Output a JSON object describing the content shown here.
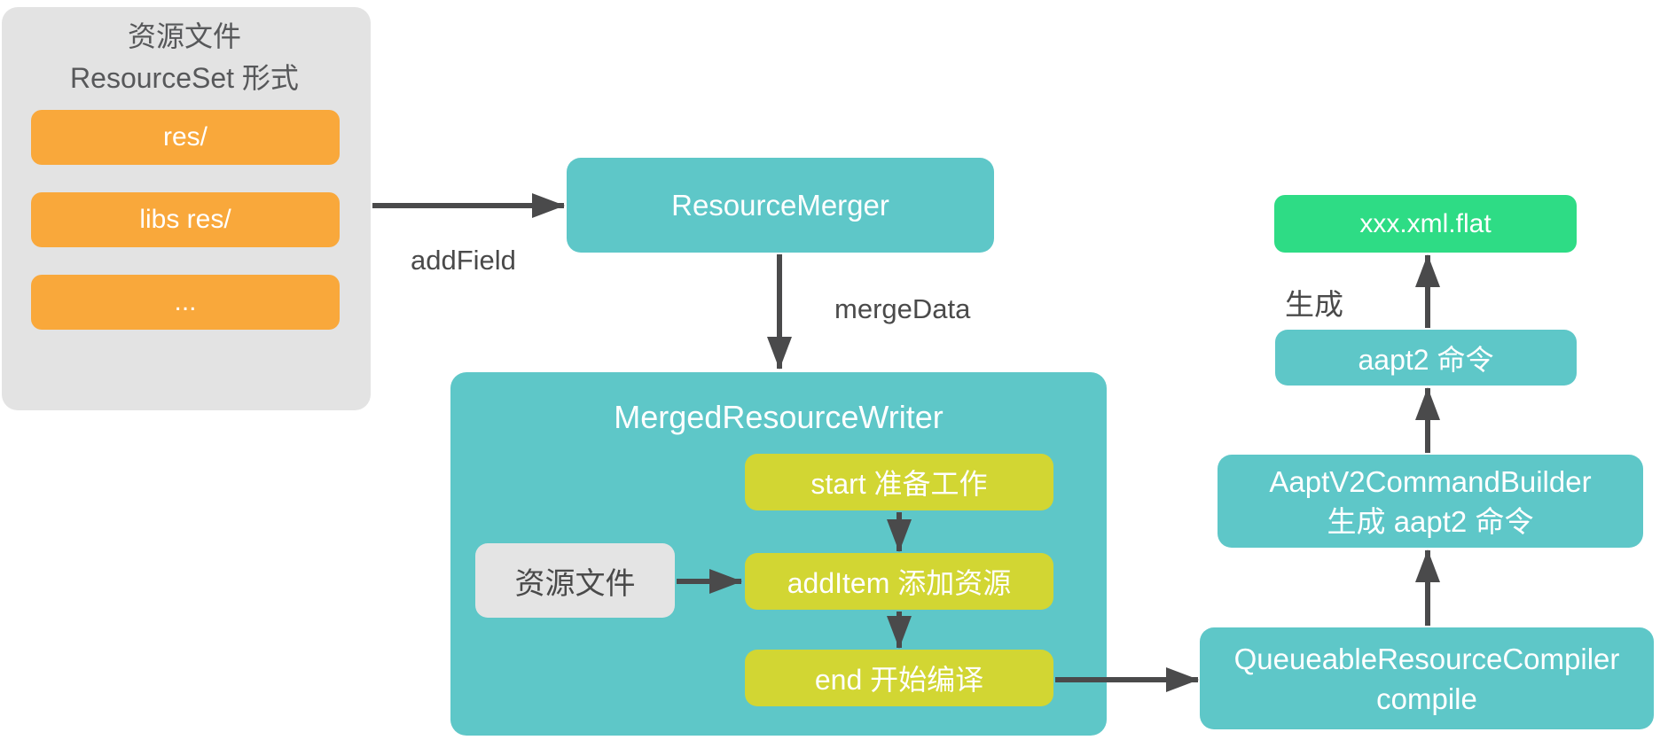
{
  "palette": {
    "teal": "#5ec7c8",
    "orange": "#f9a83b",
    "yellow_green": "#d2d633",
    "green": "#2edc85",
    "panel_gray": "#e3e3e3",
    "inner_gray": "#e4e4e4",
    "ink": "#4a4a4a",
    "white": "#ffffff"
  },
  "resource_panel": {
    "title_line1": "资源文件",
    "title_line2": "ResourceSet 形式",
    "items": [
      "res/",
      "libs res/",
      "..."
    ]
  },
  "nodes": {
    "resource_merger": "ResourceMerger",
    "merged_resource_writer": "MergedResourceWriter",
    "step_start": "start 准备工作",
    "step_add_item": "addItem 添加资源",
    "step_end": "end 开始编译",
    "resource_file": "资源文件",
    "queueable_compiler": {
      "line1": "QueueableResourceCompiler",
      "line2": "compile"
    },
    "aaptv2_builder": {
      "line1": "AaptV2CommandBuilder",
      "line2": "生成 aapt2 命令"
    },
    "aapt2_command": "aapt2 命令",
    "flat_file": "xxx.xml.flat"
  },
  "edge_labels": {
    "add_field": "addField",
    "merge_data": "mergeData",
    "generate": "生成"
  }
}
